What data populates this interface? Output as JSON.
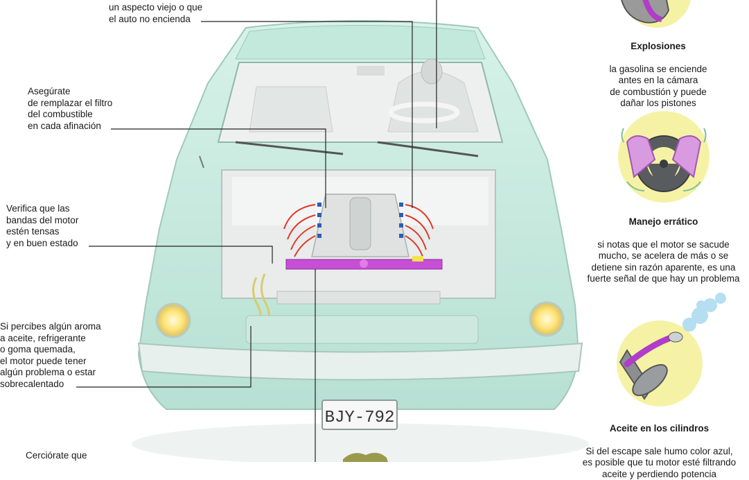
{
  "callouts": {
    "old_look": "un aspecto viejo o que\nel auto no encienda",
    "fuel_filter": "Asegúrate\nde remplazar el filtro\ndel combustible\nen cada afinación",
    "belts": "Verifica que las\nbandas del motor\nestén tensas\ny en buen estado",
    "smell": "Si percibes algún aroma\na aceite, refrigerante\no goma quemada,\nel motor puede tener\nalgún problema o estar\nsobrecalentado",
    "check": "Cerciórate que"
  },
  "symptoms": [
    {
      "title": "Explosiones",
      "text": "la gasolina se enciende\nantes en la cámara\nde combustión y puede\ndañar los pistones"
    },
    {
      "title": "Manejo errático",
      "text": "si notas que el motor se sacude\nmucho, se acelera de más o se\ndetiene sin razón aparente, es una\nfuerte señal de que hay un problema"
    },
    {
      "title": "Aceite en los cilindros",
      "text": "Si del escape sale humo  color azul,\nes posible que tu motor esté filtrando\naceite y perdiendo potencia"
    }
  ],
  "license_plate": "BJY-792",
  "colors": {
    "car_body": "#cfeee4",
    "car_shadow": "#a9d6c8",
    "accent_purple": "#b13cc9",
    "accent_yellow": "#f3ef8a",
    "headlight": "#ffe37a"
  }
}
